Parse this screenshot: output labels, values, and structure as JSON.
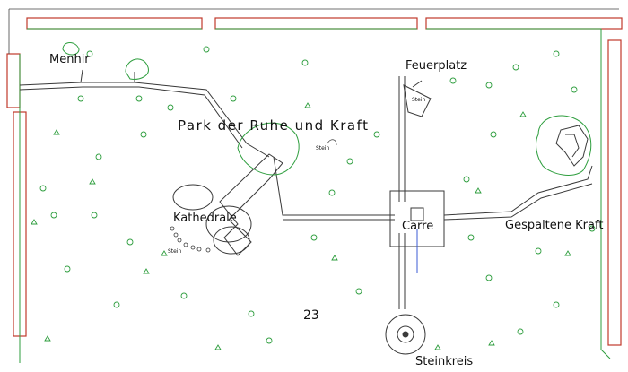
{
  "park_title": "Park der Ruhe und Kraft",
  "places": {
    "menhir": "Menhir",
    "feuerplatz": "Feuerplatz",
    "kathedrale": "Kathedrale",
    "carre": "Carre",
    "gespaltene_kraft": "Gespaltene Kraft",
    "steinkreis": "Steinkreis"
  },
  "small_labels": {
    "stein_top": "Stein",
    "stein_left": "Stein",
    "stein_feuer": "Stein"
  },
  "plot_number": "23",
  "colors": {
    "path": "#3a3a3a",
    "vegetation": "#2e9e3e",
    "boundary": "#c0392b",
    "water": "#3b5bd6"
  },
  "icons": {
    "tree": "tree-circle-icon",
    "shrub": "shrub-triangle-icon",
    "stone": "stone-marker-icon"
  }
}
